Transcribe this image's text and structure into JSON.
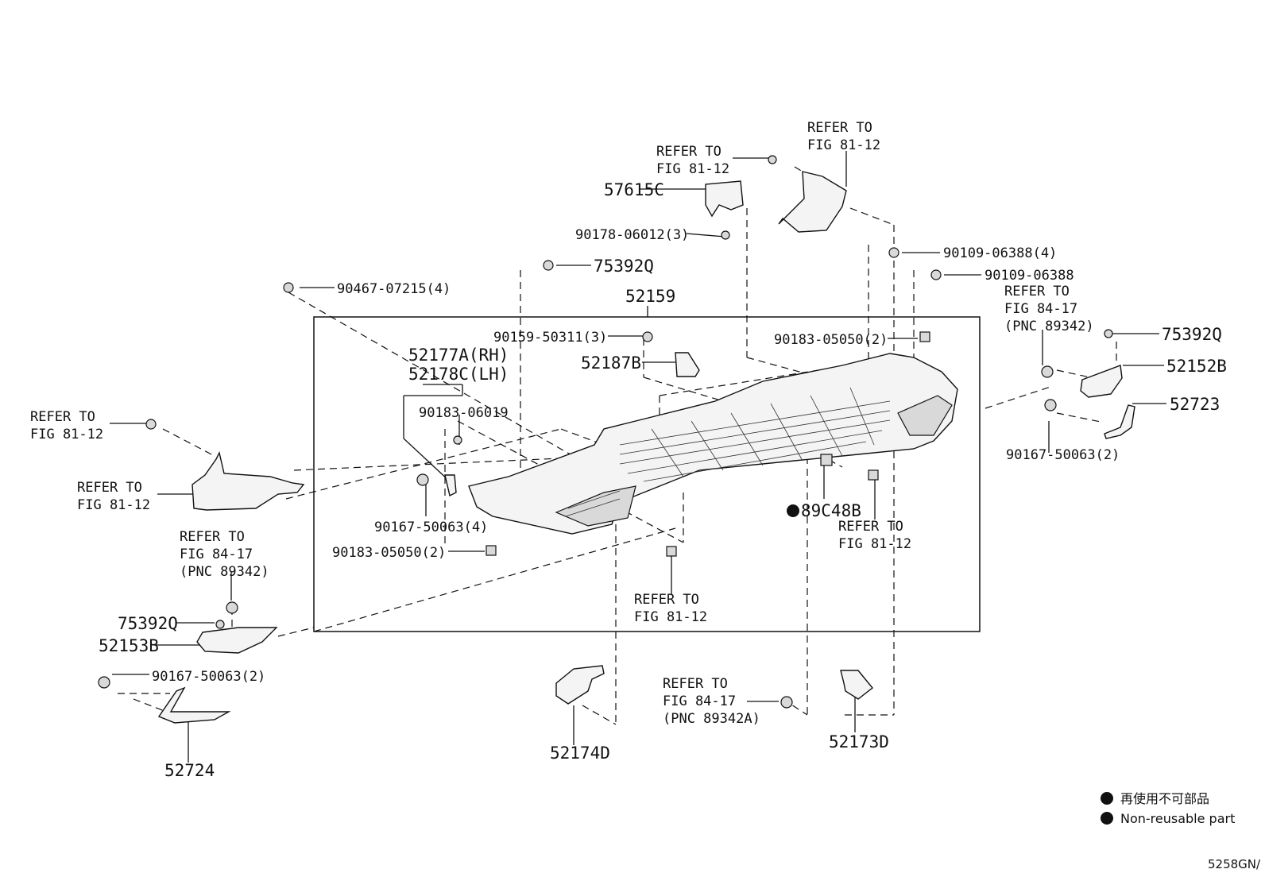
{
  "labels": {
    "refer_57615c": [
      "REFER TO",
      "FIG 81-12"
    ],
    "refer_top_right": [
      "REFER TO",
      "FIG 81-12"
    ],
    "p57615c": "57615C",
    "p90178": "90178-06012(3)",
    "p90109_4": "90109-06388(4)",
    "p90109": "90109-06388",
    "p75392q_top": "75392Q",
    "p90467": "90467-07215(4)",
    "p52159": "52159",
    "refer_8417_right": [
      "REFER TO",
      "FIG 84-17",
      "(PNC 89342)"
    ],
    "p75392q_right": "75392Q",
    "p90159": "90159-50311(3)",
    "p90183_05050_top": "90183-05050(2)",
    "p52152b": "52152B",
    "p52177a": "52177A(RH)",
    "p52178c": "52178C(LH)",
    "p52187b": "52187B",
    "p52723": "52723",
    "refer_left_top": [
      "REFER TO",
      "FIG 81-12"
    ],
    "p90183_06019": "90183-06019",
    "p90167_right": "90167-50063(2)",
    "refer_left_mid": [
      "REFER TO",
      "FIG 81-12"
    ],
    "p89c48b": "89C48B",
    "refer_center_right": [
      "REFER TO",
      "FIG 81-12"
    ],
    "p90167_4": "90167-50063(4)",
    "p90183_05050_left": "90183-05050(2)",
    "refer_8417_left": [
      "REFER TO",
      "FIG 84-17",
      "(PNC 89342)"
    ],
    "refer_center_bottom": [
      "REFER TO",
      "FIG 81-12"
    ],
    "p75392q_left": "75392Q",
    "p52153b": "52153B",
    "p90167_left": "90167-50063(2)",
    "refer_8417_center": [
      "REFER TO",
      "FIG 84-17",
      "(PNC 89342A)"
    ],
    "p52724": "52724",
    "p52174d": "52174D",
    "p52173d": "52173D"
  },
  "legend": {
    "jp": "再使用不可部品",
    "en": "Non-reusable part"
  },
  "diagram_code": "5258GN/"
}
